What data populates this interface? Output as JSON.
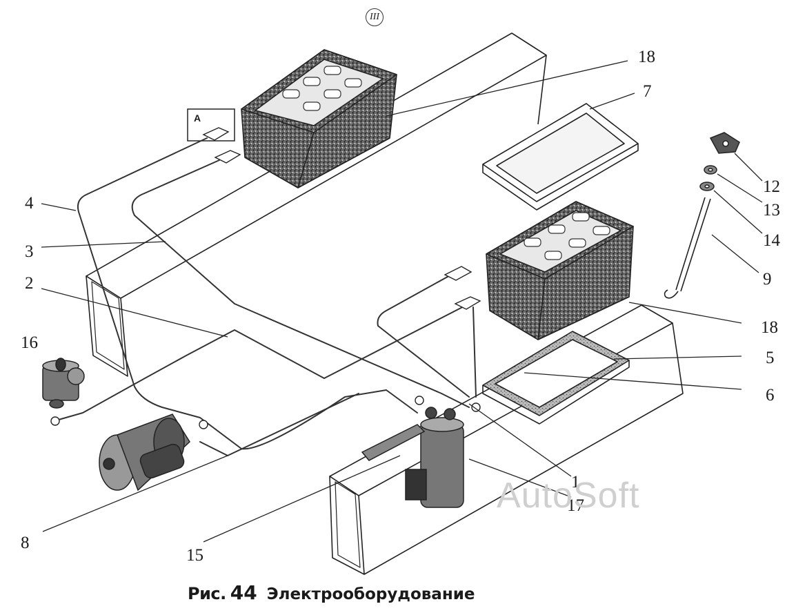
{
  "sheet_mark": "III",
  "inset_label": "А",
  "callouts": [
    "18",
    "7",
    "12",
    "13",
    "14",
    "9",
    "4",
    "3",
    "2",
    "16",
    "18",
    "5",
    "6",
    "8",
    "15",
    "1",
    "17"
  ],
  "caption": {
    "fig_label": "Рис.",
    "fig_number": "44",
    "title": "Электрооборудование"
  },
  "watermark": "AutoSoft"
}
